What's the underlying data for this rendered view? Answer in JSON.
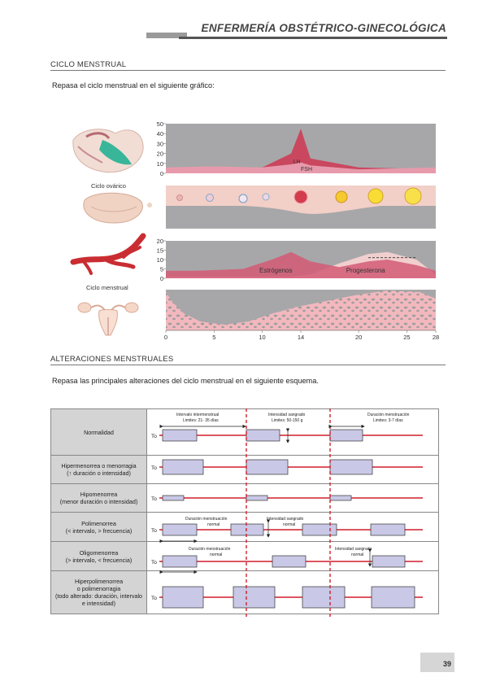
{
  "header": {
    "title": "ENFERMERÍA OBSTÉTRICO-GINECOLÓGICA"
  },
  "section1": {
    "title": "CICLO MENSTRUAL",
    "intro": "Repasa el ciclo menstrual en el siguiente gráfico:"
  },
  "organ_labels": {
    "ovarian": "Ciclo ovárico",
    "menstrual": "Ciclo menstrual"
  },
  "chart_data": [
    {
      "type": "area",
      "y_ticks": [
        "50",
        "40",
        "30",
        "20",
        "10",
        "0"
      ],
      "ylim": [
        0,
        50
      ],
      "x": [
        0,
        5,
        10,
        13,
        14,
        15,
        20,
        28
      ],
      "series": [
        {
          "name": "LH",
          "values": [
            3,
            4,
            6,
            20,
            45,
            15,
            6,
            4
          ]
        },
        {
          "name": "FSH",
          "values": [
            6,
            7,
            6,
            9,
            11,
            8,
            4,
            6
          ]
        }
      ],
      "colors": {
        "background": "#a7a7a9",
        "lh": "#c9485f",
        "fsh": "#e79aab"
      }
    },
    {
      "type": "area",
      "y_ticks": [
        "20",
        "15",
        "10",
        "5",
        "0"
      ],
      "ylim": [
        0,
        20
      ],
      "x": [
        0,
        3,
        8,
        11,
        13,
        15,
        18,
        21,
        23,
        26,
        28
      ],
      "series": [
        {
          "name": "Estrógenos",
          "values": [
            4,
            4,
            5,
            10,
            14,
            9,
            6,
            9,
            10,
            7,
            4
          ]
        },
        {
          "name": "Progesterona",
          "values": [
            1,
            1,
            1,
            1,
            1,
            2,
            8,
            13,
            14,
            10,
            2
          ]
        }
      ],
      "colors": {
        "background": "#a7a7a9",
        "estrogen": "#d35a75",
        "progesterone": "#f1cfcf"
      }
    }
  ],
  "x_axis": {
    "ticks": [
      "0",
      "5",
      "10",
      "14",
      "20",
      "25",
      "28"
    ],
    "xlim": [
      0,
      28
    ]
  },
  "section2": {
    "title": "ALTERACIONES MENSTRUALES",
    "intro": "Repasa las principales alteraciones del ciclo menstrual en el siguiente esquema."
  },
  "table": {
    "to_label": "To",
    "annotations": {
      "interval": "Intervalo intermenstrual\nLimites: 21- 35 días",
      "intensity": "Intensidad sangrado\nLimites: 50-150 g",
      "duration": "Duración menstruación\nLimites: 3-7 días",
      "duration_normal": "Duración menstruación\nnormal",
      "intensity_normal": "Intensidad sangrado\nnormal"
    },
    "rows": [
      {
        "label": "Normalidad"
      },
      {
        "label": "Hipermenorrea o menorragia\n(↑ duración o intensidad)"
      },
      {
        "label": "Hipomenorrea\n(menor duración o intensidad)"
      },
      {
        "label": "Polimenorrea\n(< intervalo, > frecuencia)"
      },
      {
        "label": "Oligomenorrea\n(> intervalo, < frecuencia)"
      },
      {
        "label": "Hiperpolimenorrea\no polimenorragia\n(todo alterado: duración, intervalo\ne intensidad)"
      }
    ]
  },
  "footer": {
    "page": "39"
  }
}
